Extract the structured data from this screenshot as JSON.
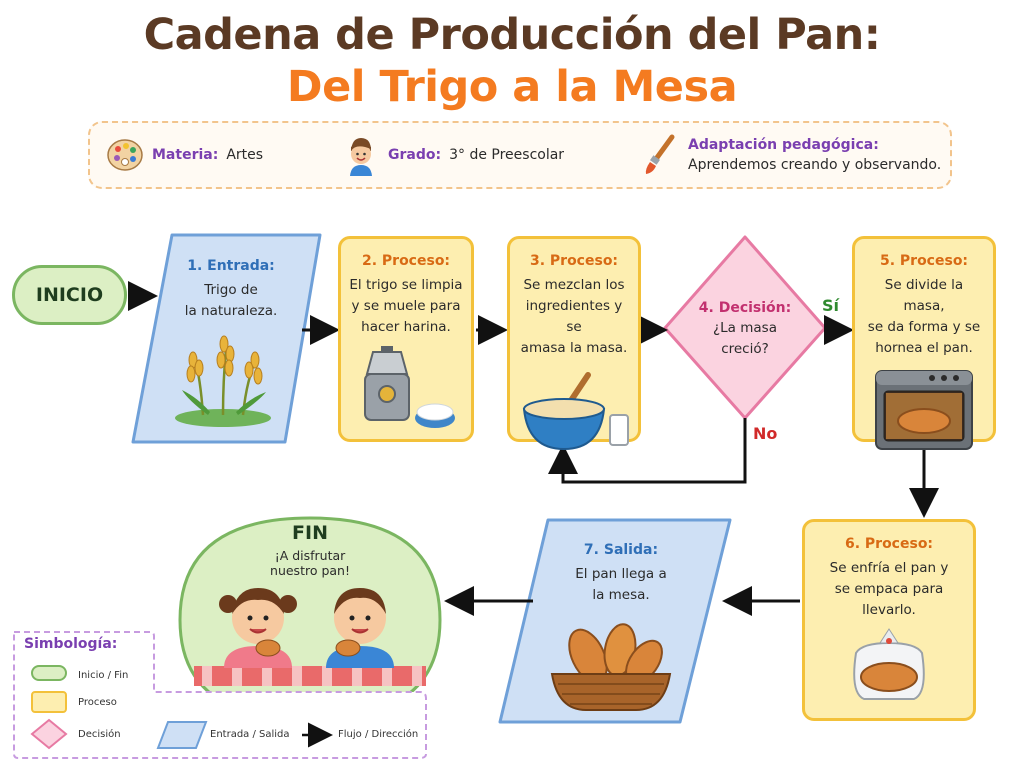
{
  "title": {
    "line1": "Cadena de Producción del Pan:",
    "line2": "Del Trigo a la Mesa"
  },
  "info": {
    "materia_label": "Materia:",
    "materia_value": "Artes",
    "grado_label": "Grado:",
    "grado_value": "3° de Preescolar",
    "adaptacion_label": "Adaptación pedagógica:",
    "adaptacion_value": "Aprendemos creando y observando."
  },
  "flow": {
    "inicio": "INICIO",
    "step1": {
      "title": "1. Entrada:",
      "text1": "Trigo de",
      "text2": "la naturaleza."
    },
    "step2": {
      "title": "2. Proceso:",
      "text1": "El trigo se limpia",
      "text2": "y se muele para",
      "text3": "hacer harina."
    },
    "step3": {
      "title": "3. Proceso:",
      "text1": "Se mezclan los",
      "text2": "ingredientes y se",
      "text3": "amasa la masa."
    },
    "step4": {
      "title": "4. Decisión:",
      "text1": "¿La masa",
      "text2": "creció?"
    },
    "yes_label": "Sí",
    "no_label": "No",
    "step5": {
      "title": "5. Proceso:",
      "text1": "Se divide la masa,",
      "text2": "se da forma y se",
      "text3": "hornea el pan."
    },
    "step6": {
      "title": "6. Proceso:",
      "text1": "Se enfría el pan y",
      "text2": "se empaca para",
      "text3": "llevarlo."
    },
    "step7": {
      "title": "7. Salida:",
      "text1": "El pan llega a",
      "text2": "la mesa."
    },
    "fin": {
      "title": "FIN",
      "text1": "¡A disfrutar",
      "text2": "nuestro pan!"
    }
  },
  "legend": {
    "title": "Simbología:",
    "inicio_fin": "Inicio / Fin",
    "proceso": "Proceso",
    "decision": "Decisión",
    "entrada_salida": "Entrada / Salida",
    "flujo": "Flujo / Dirección"
  },
  "colors": {
    "title_brown": "#5b3a24",
    "title_orange": "#f47b20",
    "process_fill": "#fdeeb0",
    "process_border": "#f3c13a",
    "io_fill": "#cfe0f5",
    "io_border": "#6fa0d8",
    "decision_fill": "#fbd3e0",
    "decision_border": "#e77aa3",
    "terminal_fill": "#dcefc4",
    "terminal_border": "#7bb661"
  }
}
